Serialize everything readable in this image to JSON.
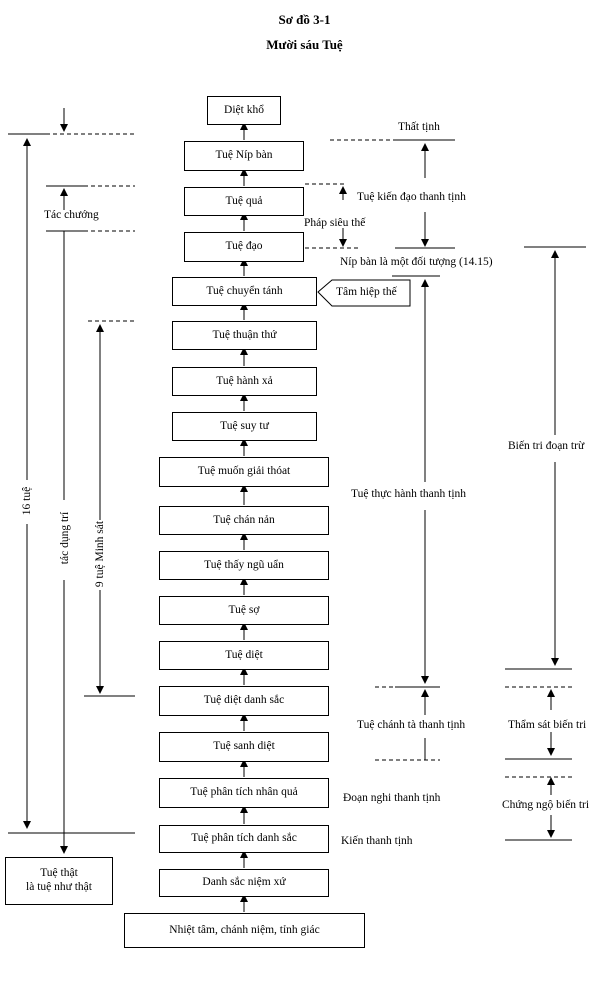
{
  "title_main": "Sơ đồ 3-1",
  "title_sub": "Mười sáu Tuệ",
  "stages": [
    "Diệt khổ",
    "Tuệ Níp bàn",
    "Tuệ quả",
    "Tuệ đạo",
    "Tuệ chuyển tánh",
    "Tuệ thuận thứ",
    "Tuệ hành xả",
    "Tuệ suy tư",
    "Tuệ muốn giải thóat",
    "Tuệ chán nản",
    "Tuệ thấy ngũ uẩn",
    "Tuệ sợ",
    "Tuệ diệt",
    "Tuệ diệt danh sắc",
    "Tuệ sanh diệt",
    "Tuệ phân tích nhân quả",
    "Tuệ phân tích danh sắc",
    "Danh sắc niệm xứ",
    "Nhiệt tâm, chánh niệm, tỉnh giác"
  ],
  "side_box": {
    "line1": "Tuệ thật",
    "line2": "là tuệ như thật"
  },
  "callout": "Tâm hiệp thế",
  "labels": {
    "that_tinh": "Thất tịnh",
    "kien_dao": "Tuệ kiến đạo thanh tịnh",
    "phap_sieu_the": "Pháp siêu thế",
    "nip_ban_doi_tuong": "Níp bàn là một đối tượng (14.15)",
    "tac_chuong": "Tác chướng",
    "thuc_hanh": "Tuệ thực hành thanh tịnh",
    "chanh_ta": "Tuệ chánh tà thanh tịnh",
    "doan_nghi": "Đoạn nghi thanh tịnh",
    "kien_thanh_tinh": "Kiến thanh tịnh",
    "bien_tri_doan_tru": "Biến tri đoạn trừ",
    "tham_sat": "Thẩm sát biến tri",
    "chung_ngo": "Chứng ngộ biến tri",
    "v_16_tue": "16 tuệ",
    "v_tac_dung_tri": "tác dụng trí",
    "v_9_tue": "9 tuệ  Minh sát"
  }
}
